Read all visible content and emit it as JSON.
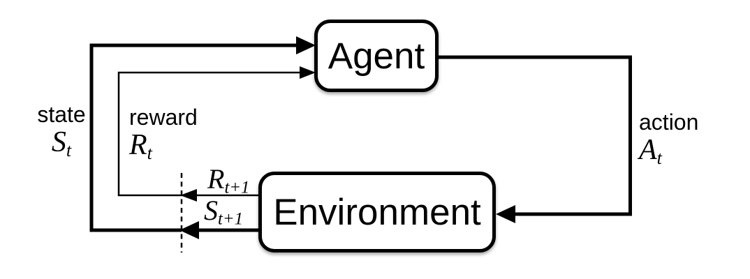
{
  "diagram": {
    "title_semantic": "agent-environment-interaction-loop",
    "boxes": {
      "agent": "Agent",
      "environment": "Environment"
    },
    "labels": {
      "state": {
        "word": "state",
        "base": "S",
        "sub": "t"
      },
      "reward": {
        "word": "reward",
        "base": "R",
        "sub": "t"
      },
      "action": {
        "word": "action",
        "base": "A",
        "sub": "t"
      },
      "next_reward": {
        "base": "R",
        "sub": "t+1"
      },
      "next_state": {
        "base": "S",
        "sub": "t+1"
      }
    },
    "colors": {
      "line": "#000000",
      "box_fill": "#ffffff",
      "background": "#ffffff"
    }
  }
}
